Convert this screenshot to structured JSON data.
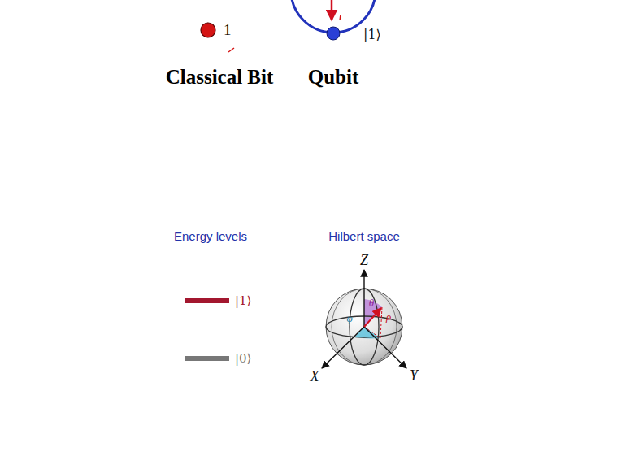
{
  "diagram": {
    "labels": [
      "1",
      "|1⟩",
      "Classical Bit",
      "Qubit",
      "Energy levels",
      "Hilbert space",
      "|1⟩",
      "|0⟩",
      "Z",
      "X",
      "Y",
      "θ",
      "ρ",
      "φ"
    ]
  }
}
